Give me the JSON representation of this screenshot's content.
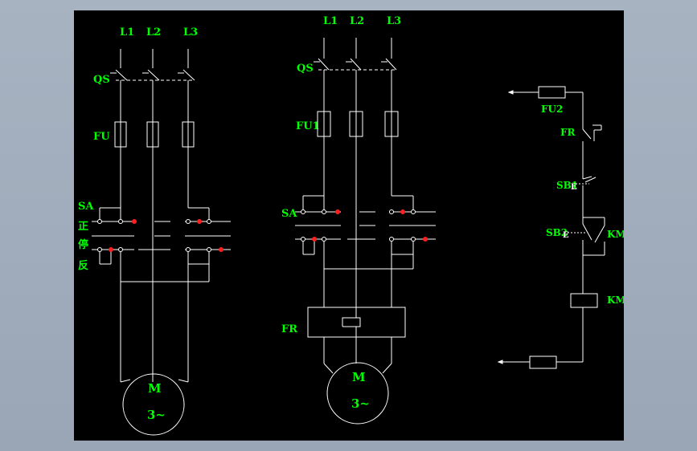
{
  "colors": {
    "background": "#000000",
    "wire": "#ffffff",
    "label": "#00ff00",
    "terminal": "#ff2020",
    "outer": "#a3afbe"
  },
  "diagram1": {
    "phases": [
      "L1",
      "L2",
      "L3"
    ],
    "switch": "QS",
    "fuse": "FU",
    "selector": "SA",
    "forward": "正",
    "stop": "停",
    "reverse": "反",
    "motor": "M",
    "motor_type": "3~"
  },
  "diagram2": {
    "phases": [
      "L1",
      "L2",
      "L3"
    ],
    "switch": "QS",
    "fuse": "FU1",
    "selector": "SA",
    "relay": "FR",
    "motor": "M",
    "motor_type": "3~"
  },
  "control": {
    "fuse": "FU2",
    "relay_contact": "FR",
    "stop_button": "SB1",
    "start_button": "SB2",
    "button_mark": "E",
    "aux_contact": "KM",
    "coil": "KM"
  }
}
